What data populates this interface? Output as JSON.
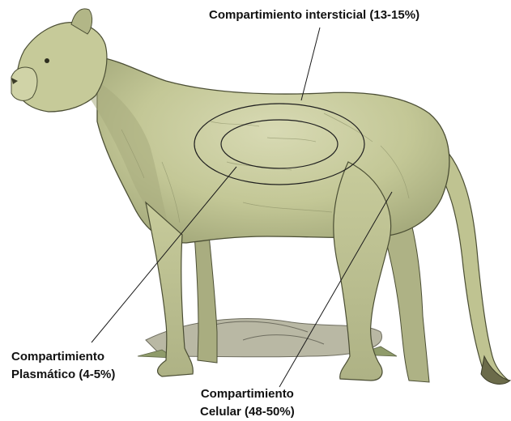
{
  "diagram": {
    "labels": {
      "interstitial": "Compartimiento intersticial (13-15%)",
      "plasma_line1": "Compartimiento",
      "plasma_line2": "Plasmático (4-5%)",
      "cellular_line1": "Compartimiento",
      "cellular_line2": "Celular (48-50%)"
    },
    "colors": {
      "fur": "#c3c796",
      "fur_light": "#d7d9b4",
      "fur_shadow": "#8e936a",
      "outline": "#4b4e34",
      "ground": "#9c9a86",
      "leader_line": "#1a1a1a"
    }
  }
}
